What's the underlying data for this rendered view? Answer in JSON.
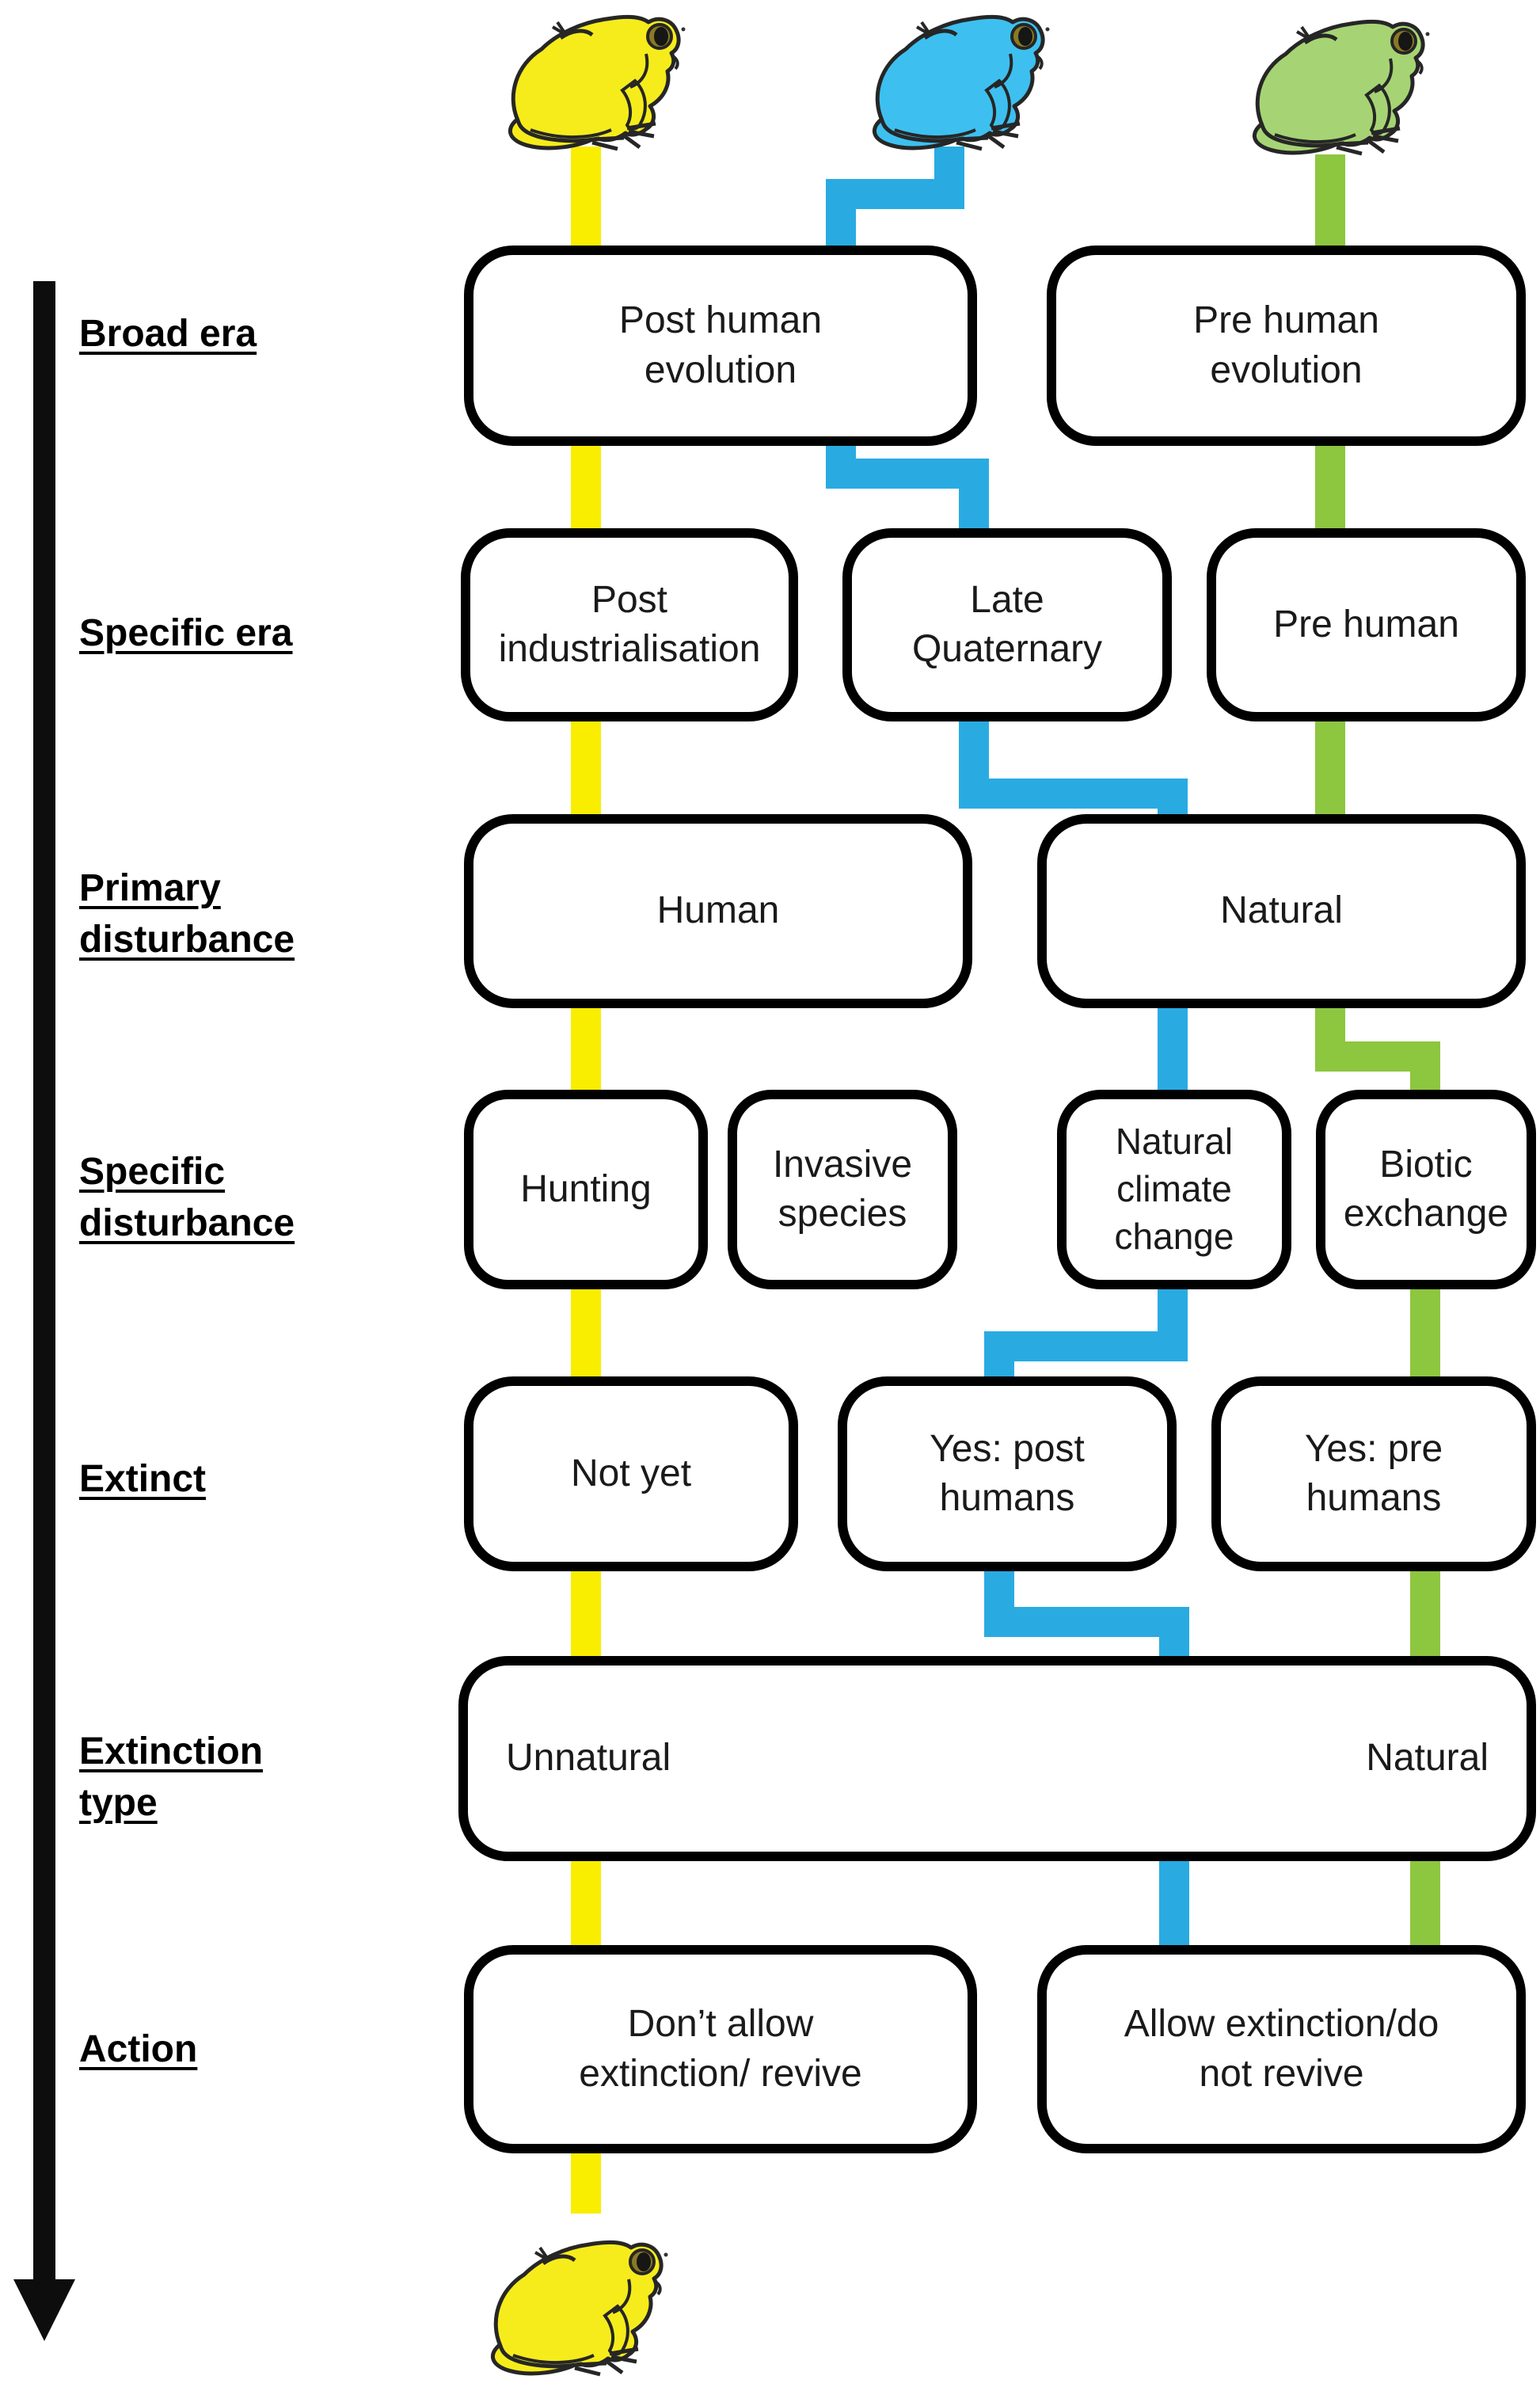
{
  "colors": {
    "yellow_path": "#F9EE00",
    "blue_path": "#29ABE2",
    "green_path": "#8DC63F",
    "yellow_frog": "#F6EC1B",
    "blue_frog": "#3DC0EF",
    "green_frog": "#A6D474",
    "arrow_black": "#0D0D0D"
  },
  "row_labels": {
    "broad_era": "Broad era",
    "specific_era": "Specific era",
    "primary_disturbance": "Primary\ndisturbance",
    "specific_disturbance": "Specific\ndisturbance",
    "extinct": "Extinct",
    "extinction_type": "Extinction\ntype",
    "action": "Action"
  },
  "nodes": {
    "post_human_evolution": "Post human\nevolution",
    "pre_human_evolution": "Pre human\nevolution",
    "post_industrialisation": "Post\nindustrialisation",
    "late_quaternary": "Late\nQuaternary",
    "pre_human": "Pre human",
    "human": "Human",
    "natural": "Natural",
    "hunting": "Hunting",
    "invasive_species": "Invasive\nspecies",
    "natural_climate_change": "Natural\nclimate\nchange",
    "biotic_exchange": "Biotic\nexchange",
    "not_yet": "Not yet",
    "yes_post_humans": "Yes: post\nhumans",
    "yes_pre_humans": "Yes: pre\nhumans",
    "unnatural": "Unnatural",
    "natural_type": "Natural",
    "dont_allow": "Don’t allow\nextinction/ revive",
    "allow": "Allow extinction/do\nnot revive"
  }
}
